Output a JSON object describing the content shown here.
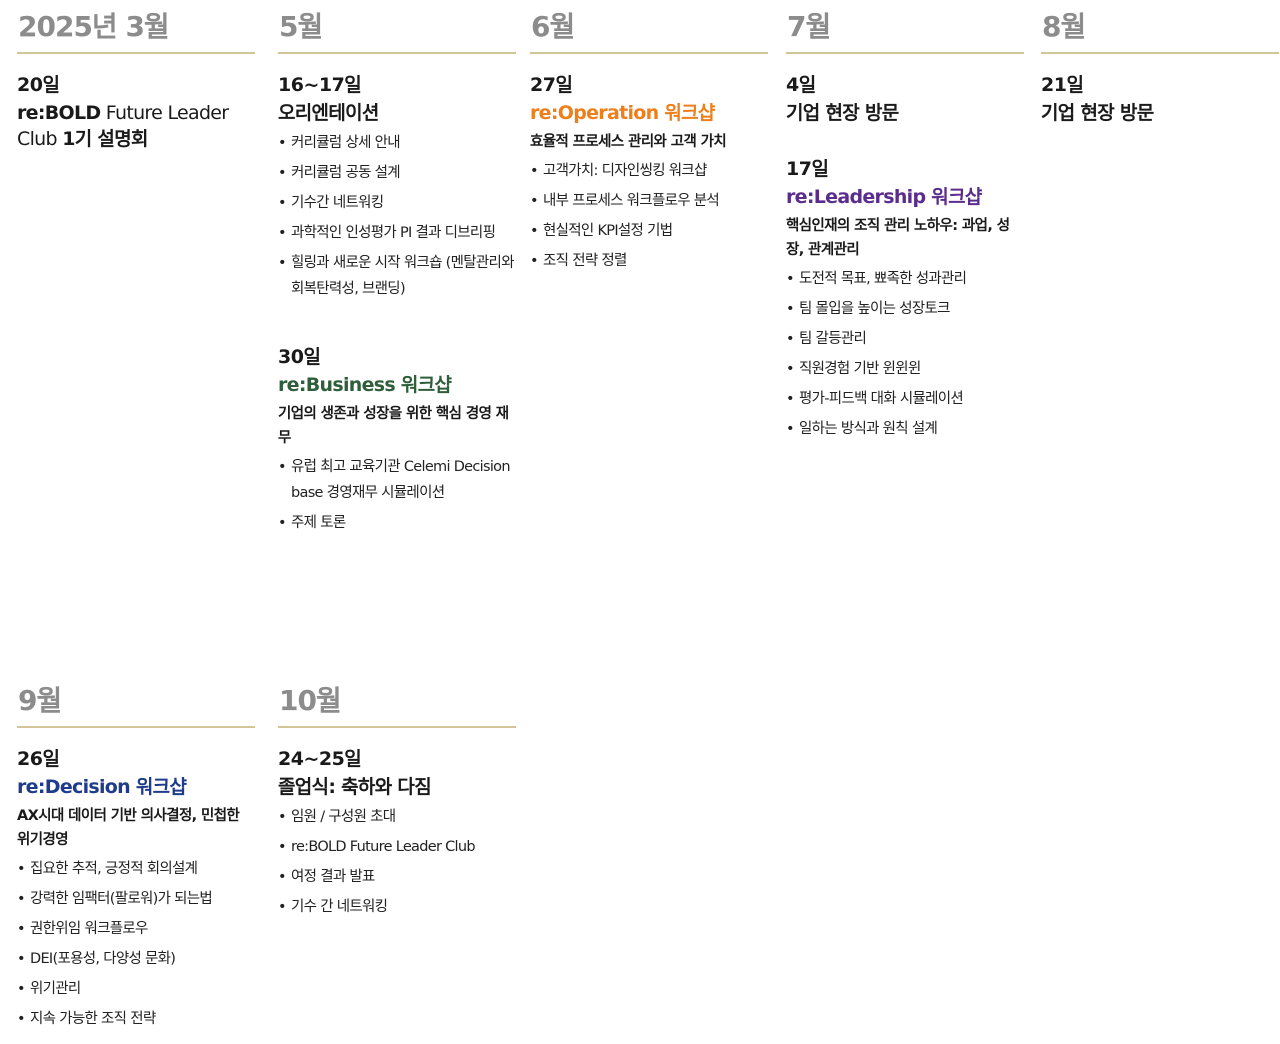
{
  "columns": [
    {
      "month": "2025년 3월",
      "events": [
        {
          "day": "20일",
          "title_bold": "re:BOLD",
          "title_light": " Future Leader Club ",
          "title_bold2": "1기 설명회"
        }
      ]
    },
    {
      "month": "5월",
      "events": [
        {
          "day": "16~17일",
          "title": "오리엔테이션",
          "items": [
            "커리큘럼 상세 안내",
            "커리큘럼 공동 설계",
            "기수간 네트워킹",
            "과학적인 인성평가 PI 결과 디브리핑",
            "힐링과 새로운 시작 워크숍 (멘탈관리와 회복탄력성, 브랜딩)"
          ]
        },
        {
          "day": "30일",
          "title": "re:Business 워크샵",
          "subtitle": "기업의 생존과 성장을 위한 핵심 경영 재무",
          "items": [
            "유럽 최고 교육기관 Celemi Decision base 경영재무 시뮬레이션",
            "주제 토론"
          ]
        }
      ]
    },
    {
      "month": "6월",
      "events": [
        {
          "day": "27일",
          "title": "re:Operation 워크샵",
          "subtitle": "효율적 프로세스 관리와 고객 가치",
          "items": [
            "고객가치: 디자인씽킹 워크샵",
            "내부 프로세스 워크플로우 분석",
            "현실적인 KPI설정 기법",
            "조직 전략 정렬"
          ]
        }
      ]
    },
    {
      "month": "7월",
      "events": [
        {
          "day": "4일",
          "title": "기업 현장 방문"
        },
        {
          "day": "17일",
          "title": "re:Leadership 워크샵",
          "subtitle": "핵심인재의 조직 관리 노하우: 과업, 성장, 관계관리",
          "items": [
            "도전적 목표, 뾰족한 성과관리",
            "팀 몰입을 높이는 성장토크",
            "팀 갈등관리",
            "직원경험 기반 윈윈윈",
            "평가-피드백 대화 시뮬레이션",
            "일하는 방식과 원칙 설계"
          ]
        }
      ]
    },
    {
      "month": "8월",
      "events": [
        {
          "day": "21일",
          "title": "기업 현장 방문"
        }
      ]
    },
    {
      "month": "9월",
      "events": [
        {
          "day": "26일",
          "title": "re:Decision 워크샵",
          "subtitle": "AX시대 데이터 기반 의사결정, 민첩한 위기경영",
          "items": [
            "집요한 추적, 긍정적 회의설계",
            "강력한 임팩터(팔로워)가 되는법",
            "권한위임 워크플로우",
            "DEI(포용성, 다양성 문화)",
            "위기관리",
            "지속 가능한 조직 전략"
          ]
        }
      ]
    },
    {
      "month": "10월",
      "events": [
        {
          "day": "24~25일",
          "title": "졸업식: 축하와 다짐",
          "items": [
            "임원 / 구성원 초대",
            "re:BOLD Future Leader Club",
            "여정 결과 발표",
            "기수 간 네트워킹"
          ]
        }
      ]
    }
  ],
  "colors": {
    "rule": "#d2c598",
    "month": "#8c8c8c",
    "operation": "#ee7f1b",
    "business": "#2e5e3a",
    "leadership": "#5a2d8c",
    "decision": "#1f3c8c"
  }
}
